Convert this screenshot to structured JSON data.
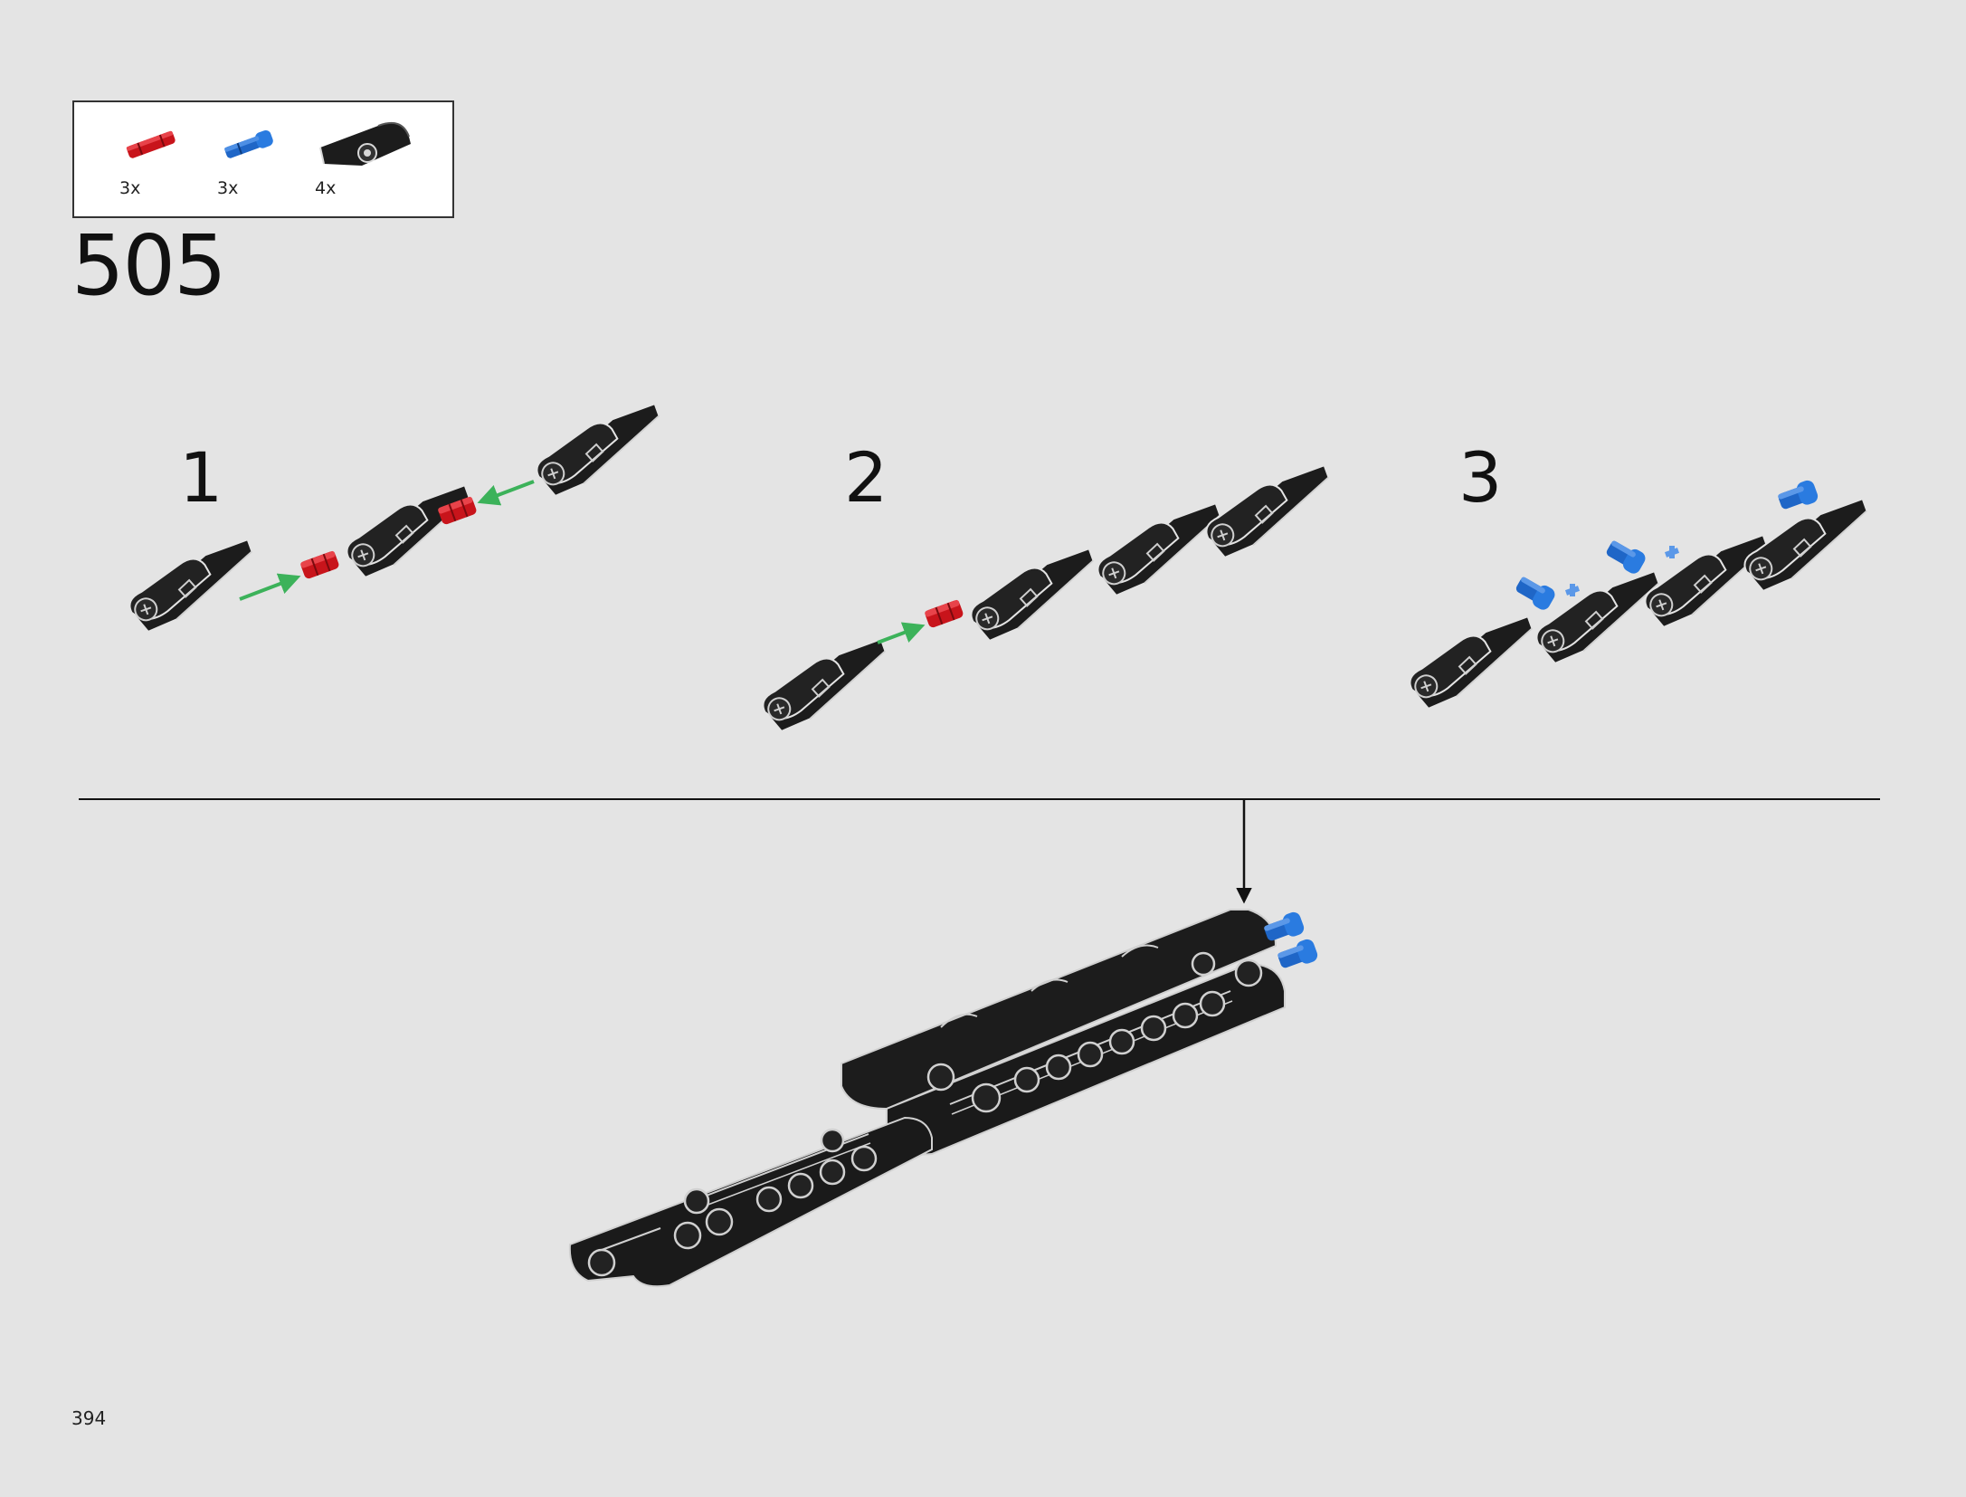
{
  "page": {
    "step_number": "505",
    "page_number": "394"
  },
  "parts_list": [
    {
      "name": "red-axle-pin",
      "qty": "3x",
      "color": "#c8141b"
    },
    {
      "name": "blue-axle-pin",
      "qty": "3x",
      "color": "#1f66c7"
    },
    {
      "name": "black-panel",
      "qty": "4x",
      "color": "#1c1c1c"
    }
  ],
  "substeps": [
    {
      "number": "1"
    },
    {
      "number": "2"
    },
    {
      "number": "3"
    }
  ],
  "colors": {
    "background": "#e4e4e4",
    "part_black": "#1c1c1c",
    "pin_red": "#c8141b",
    "pin_blue": "#1f66c7",
    "arrow_green": "#3cb25a"
  }
}
